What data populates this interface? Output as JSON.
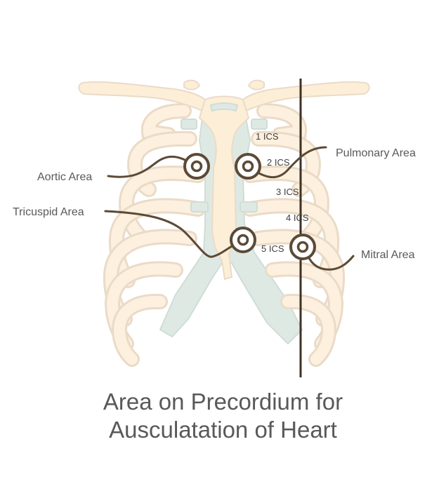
{
  "diagram": {
    "areas": [
      {
        "key": "aortic",
        "label": "Aortic Area"
      },
      {
        "key": "pulmonary",
        "label": "Pulmonary Area"
      },
      {
        "key": "tricuspid",
        "label": "Tricuspid Area"
      },
      {
        "key": "mitral",
        "label": "Mitral Area"
      }
    ],
    "intercostal_spaces": [
      "1 ICS",
      "2 ICS",
      "3 ICS",
      "4 ICS",
      "5 ICS"
    ],
    "title_lines": [
      "Area on Precordium for",
      "Ausculatation of Heart"
    ]
  },
  "colors": {
    "bone": "#fdeed8",
    "bone_outline": "#eadbc8",
    "cartilage": "#dfe9e4",
    "pointer": "#5b4a36",
    "label_text": "#595959"
  }
}
